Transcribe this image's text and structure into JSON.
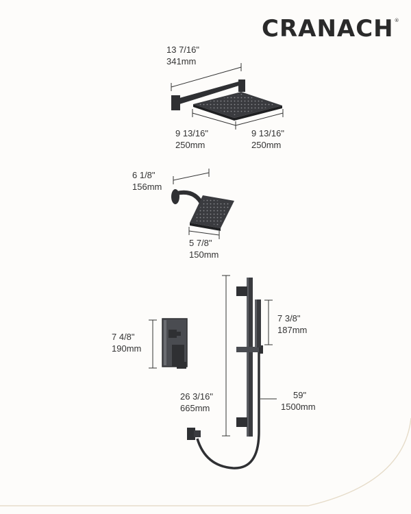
{
  "brand": {
    "name": "CRANACH",
    "mark": "®"
  },
  "dimensions": {
    "rain_arm_length": {
      "imperial": "13 7/16\"",
      "metric": "341mm"
    },
    "rain_head_depth": {
      "imperial": "9 13/16\"",
      "metric": "250mm"
    },
    "rain_head_width": {
      "imperial": "9 13/16\"",
      "metric": "250mm"
    },
    "small_arm_length": {
      "imperial": "6 1/8\"",
      "metric": "156mm"
    },
    "small_head_width": {
      "imperial": "5 7/8\"",
      "metric": "150mm"
    },
    "valve_height": {
      "imperial": "7 4/8\"",
      "metric": "190mm"
    },
    "handshower_length": {
      "imperial": "7 3/8\"",
      "metric": "187mm"
    },
    "slide_bar_height": {
      "imperial": "26 3/16\"",
      "metric": "665mm"
    },
    "hose_length": {
      "imperial": "59\"",
      "metric": "1500mm"
    }
  },
  "colors": {
    "fixture": "#2f3033",
    "fixture_light": "#55575c",
    "line": "#3a3a3a",
    "accent_curve": "#e6dcc9"
  }
}
